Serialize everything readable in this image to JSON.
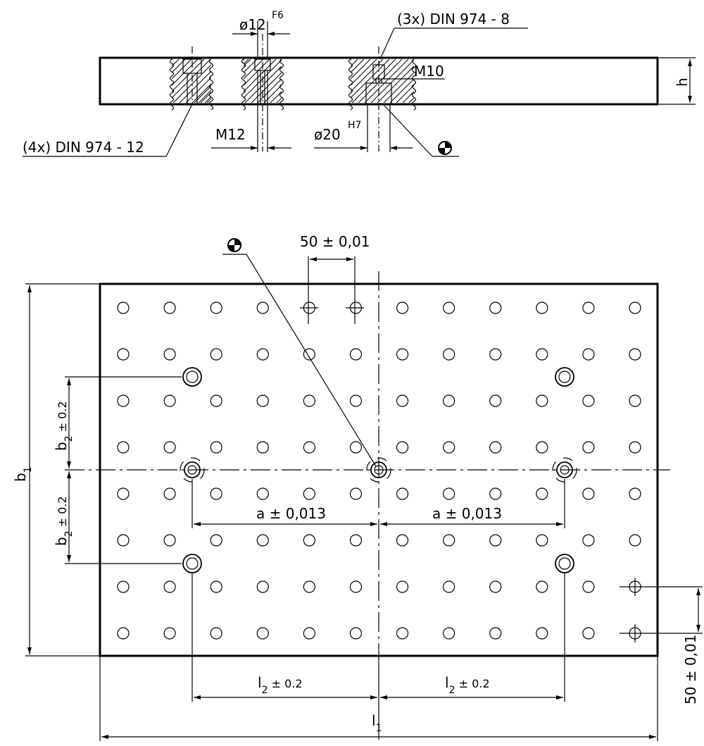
{
  "section_view": {
    "labels": {
      "diam12": "ø12",
      "diam12_tol": "F6",
      "din8": "(3x) DIN 974 - 8",
      "m10": "M10",
      "h": "h",
      "din12": "(4x) DIN 974 - 12",
      "m12": "M12",
      "diam20": "ø20",
      "diam20_tol": "H7"
    }
  },
  "plan_view": {
    "grid": {
      "columns": 12,
      "rows": 8
    },
    "labels": {
      "pitch_top": "50 ± 0,01",
      "pitch_right": "50 ± 0,01",
      "b1": "b",
      "b1_sub": "1",
      "b2_upper": "b",
      "b2_upper_sub": "2",
      "b2_upper_tol": " ± 0.2",
      "b2_lower": "b",
      "b2_lower_sub": "2",
      "b2_lower_tol": " ± 0.2",
      "a_left": "a ± 0,013",
      "a_right": "a ± 0,013",
      "l2_left": "l",
      "l2_left_sub": "2",
      "l2_left_tol": " ± 0.2",
      "l2_right": "l",
      "l2_right_sub": "2",
      "l2_right_tol": " ± 0.2",
      "l1": "l",
      "l1_sub": "1"
    }
  },
  "symbols": {
    "datum": "datum-target-icon"
  }
}
